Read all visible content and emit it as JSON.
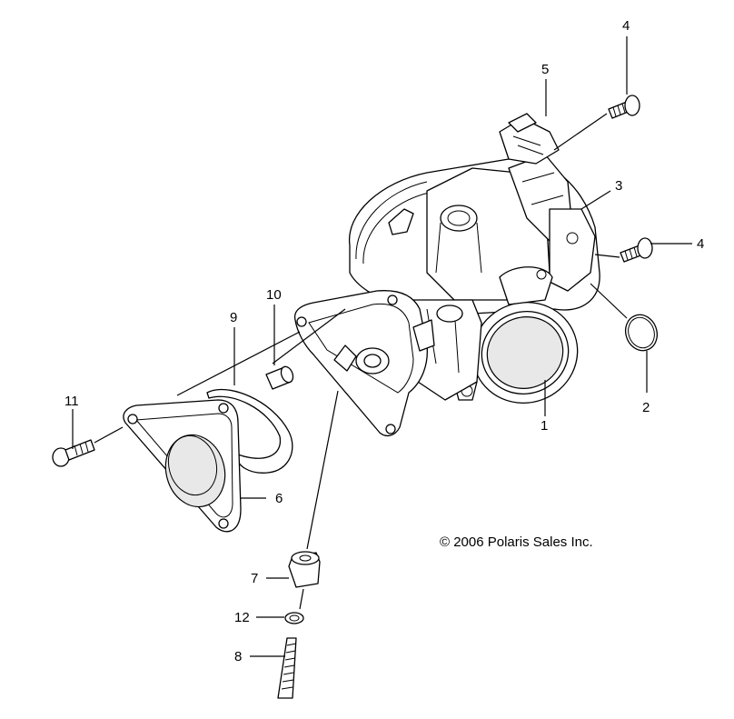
{
  "callouts": {
    "c1": "1",
    "c2": "2",
    "c3": "3",
    "c4a": "4",
    "c4b": "4",
    "c5": "5",
    "c6": "6",
    "c7": "7",
    "c8": "8",
    "c9": "9",
    "c10": "10",
    "c11": "11",
    "c12": "12"
  },
  "copyright": "© 2006 Polaris Sales Inc."
}
